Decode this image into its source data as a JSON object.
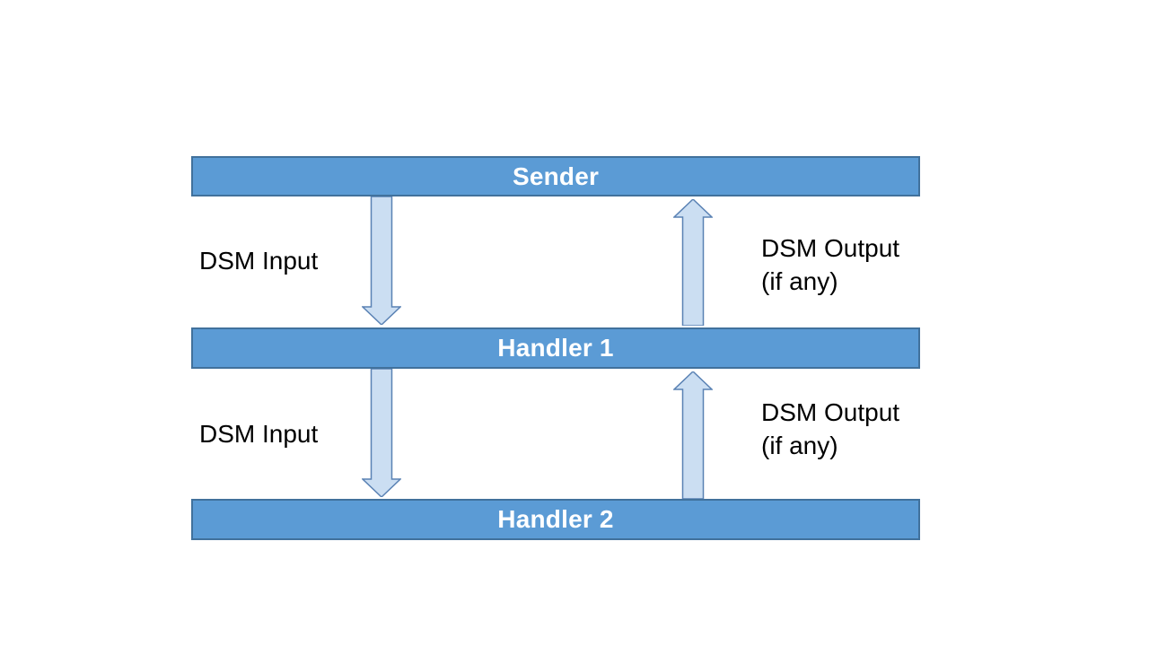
{
  "diagram": {
    "nodes": [
      {
        "label": "Sender"
      },
      {
        "label": "Handler 1"
      },
      {
        "label": "Handler 2"
      }
    ],
    "flows": [
      {
        "input_label": "DSM Input",
        "output_label": "DSM Output (if any)"
      },
      {
        "input_label": "DSM Input",
        "output_label": "DSM Output (if any)"
      }
    ],
    "colors": {
      "background": "#ffffff",
      "node_fill": "#5b9bd5",
      "node_border": "#41719c",
      "node_text": "#ffffff",
      "arrow_fill": "#cbdef2",
      "arrow_border": "#5a82b4",
      "label_text": "#000000"
    }
  }
}
